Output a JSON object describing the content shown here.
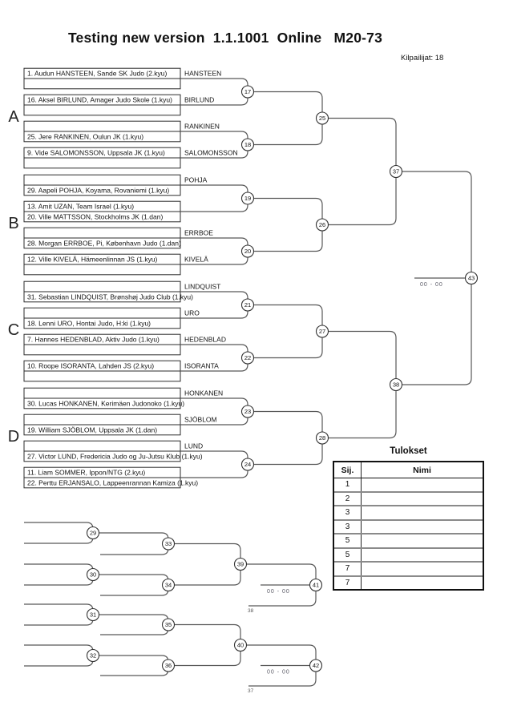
{
  "header": {
    "title": "Testing new version  1.1.1001  Online   M20-73",
    "competitors": "Kilpailijat: 18"
  },
  "sections": [
    "A",
    "B",
    "C",
    "D"
  ],
  "pairs": [
    {
      "upper": "1. Audun HANSTEEN, Sande SK Judo (2.kyu)",
      "lower": "",
      "label": "HANSTEEN"
    },
    {
      "upper": "16. Aksel BIRLUND, Amager Judo Skole (1.kyu)",
      "lower": "",
      "label": "BIRLUND"
    },
    {
      "upper": "",
      "lower": "25. Jere RANKINEN, Oulun JK (1.kyu)",
      "label": "RANKINEN"
    },
    {
      "upper": "9. Vide SALOMONSSON, Uppsala JK (1.kyu)",
      "lower": "",
      "label": "SALOMONSSON"
    },
    {
      "upper": "",
      "lower": "29. Aapeli POHJA, Koyama, Rovaniemi (1.kyu)",
      "label": "POHJA"
    },
    {
      "upper": "13. Amit UZAN, Team Israel (1.kyu)",
      "lower": "20. Ville MATTSSON, Stockholms JK (1.dan)",
      "label": ""
    },
    {
      "upper": "",
      "lower": "28. Morgan ERRBOE, Pi, København Judo (1.dan)",
      "label": "ERRBOE"
    },
    {
      "upper": "12. Ville KIVELÄ, Hämeenlinnan JS (1.kyu)",
      "lower": "",
      "label": "KIVELÄ"
    },
    {
      "upper": "",
      "lower": "31. Sebastian LINDQUIST, Brønshøj Judo Club (1.kyu)",
      "label": "LINDQUIST"
    },
    {
      "upper": "",
      "lower": "18. Lenni URO, Hontai Judo, H:ki (1.kyu)",
      "label": "URO"
    },
    {
      "upper": "7. Hannes HEDENBLAD, Aktiv Judo (1.kyu)",
      "lower": "",
      "label": "HEDENBLAD"
    },
    {
      "upper": "10. Roope ISORANTA, Lahden JS (2.kyu)",
      "lower": "",
      "label": "ISORANTA"
    },
    {
      "upper": "",
      "lower": "30. Lucas HONKANEN, Kerimäen Judonoko (1.kyu)",
      "label": "HONKANEN"
    },
    {
      "upper": "",
      "lower": "19. William SJÖBLOM, Uppsala JK (1.dan)",
      "label": "SJÖBLOM"
    },
    {
      "upper": "",
      "lower": "27. Victor LUND, Fredericia Judo og Ju-Jutsu Klub (1.kyu)",
      "label": "LUND"
    },
    {
      "upper": "11. Liam SOMMER, Ippon/NTG (2.kyu)",
      "lower": "22. Perttu ERJANSALO, Lappeenrannan Kamiza (1.kyu)",
      "label": ""
    }
  ],
  "matches": {
    "r16": [
      "17",
      "18",
      "19",
      "20",
      "21",
      "22",
      "23",
      "24"
    ],
    "qf": [
      "25",
      "26",
      "27",
      "28"
    ],
    "sf": [
      "37",
      "38"
    ],
    "final_num": "43",
    "rep1": [
      "29",
      "30",
      "31",
      "32"
    ],
    "rep2": [
      "33",
      "34",
      "35",
      "36"
    ],
    "rep3": [
      "39",
      "40"
    ],
    "bronze": [
      "41",
      "42"
    ],
    "score": "00 - 00",
    "feeders": [
      "38",
      "37"
    ]
  },
  "results_table": {
    "title": "Tulokset",
    "col_place": "Sij.",
    "col_name": "Nimi",
    "places": [
      "1",
      "2",
      "3",
      "3",
      "5",
      "5",
      "7",
      "7"
    ]
  }
}
